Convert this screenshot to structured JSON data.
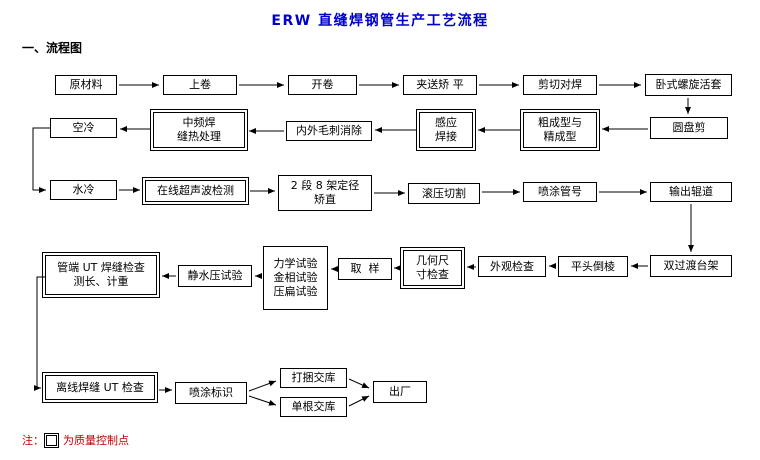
{
  "page": {
    "title": "ERW 直缝焊钢管生产工艺流程",
    "section": "一、流程图",
    "note_prefix": "注：",
    "note_text": "为质量控制点"
  },
  "colors": {
    "title_blue": "#0000cc",
    "note_red": "#c00000",
    "box_border": "#000000",
    "background": "#ffffff"
  },
  "boxes": [
    {
      "label": "原材料",
      "qc": false
    },
    {
      "label": "上卷",
      "qc": false
    },
    {
      "label": "开卷",
      "qc": false
    },
    {
      "label": "夹送矫 平",
      "qc": false
    },
    {
      "label": "剪切对焊",
      "qc": false
    },
    {
      "label": "卧式螺旋活套",
      "qc": false
    },
    {
      "label": "圆盘剪",
      "qc": false
    },
    {
      "label": "粗成型与\n精成型",
      "qc": true
    },
    {
      "label": "感应\n焊接",
      "qc": true
    },
    {
      "label": "内外毛刺消除",
      "qc": false
    },
    {
      "label": "中频焊\n缝热处理",
      "qc": true
    },
    {
      "label": "空冷",
      "qc": false
    },
    {
      "label": "水冷",
      "qc": false
    },
    {
      "label": "在线超声波检测",
      "qc": true
    },
    {
      "label": "2 段 8 架定径\n矫直",
      "qc": false
    },
    {
      "label": "滚压切割",
      "qc": false
    },
    {
      "label": "喷涂管号",
      "qc": false
    },
    {
      "label": "输出辊道",
      "qc": false
    },
    {
      "label": "双过渡台架",
      "qc": false
    },
    {
      "label": "平头倒棱",
      "qc": false
    },
    {
      "label": "外观检查",
      "qc": false
    },
    {
      "label": "几何尺\n寸检查",
      "qc": true
    },
    {
      "label": "取  样",
      "qc": false
    },
    {
      "label": "力学试验\n金相试验\n压扁试验",
      "qc": false
    },
    {
      "label": "静水压试验",
      "qc": false
    },
    {
      "label": "管端 UT 焊缝检查\n测长、计重",
      "qc": true
    },
    {
      "label": "离线焊缝 UT 检查",
      "qc": true
    },
    {
      "label": "喷涂标识",
      "qc": false
    },
    {
      "label": "打捆交库",
      "qc": false
    },
    {
      "label": "单根交库",
      "qc": false
    },
    {
      "label": "出厂",
      "qc": false
    }
  ]
}
